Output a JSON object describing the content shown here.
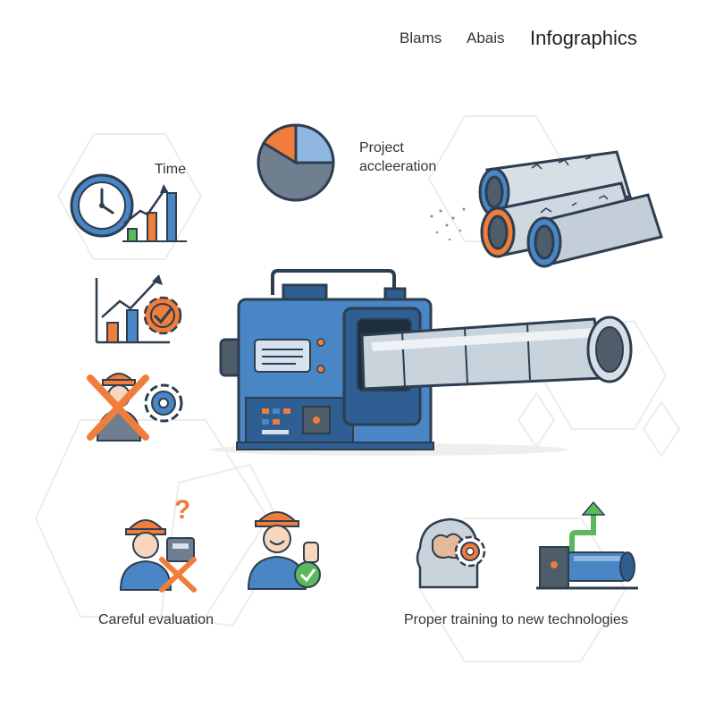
{
  "header": {
    "nav_item_1": "Blams",
    "nav_item_2": "Abais",
    "title": "Infographics"
  },
  "labels": {
    "time": "Time",
    "project_line1": "Project",
    "project_line2": "accleeration",
    "careful_evaluation": "Careful evaluation",
    "proper_training": "Proper training to new technologies"
  },
  "icons": [
    "clock-icon",
    "bar-chart-arrow-icon",
    "pie-chart-icon",
    "pipes-icon",
    "chart-gear-icon",
    "worker-crossed-gear-icon",
    "pipe-machine-icon",
    "worker-question-icon",
    "worker-thumbs-up-icon",
    "head-gear-icon",
    "machine-upgrade-icon"
  ],
  "colors": {
    "blue": "#4a86c5",
    "dark_blue": "#2f5e92",
    "orange": "#f07d3a",
    "green": "#5cb85c",
    "grey": "#6f7f8f",
    "outline": "#2d3e50",
    "steel": "#c9d3dc"
  }
}
